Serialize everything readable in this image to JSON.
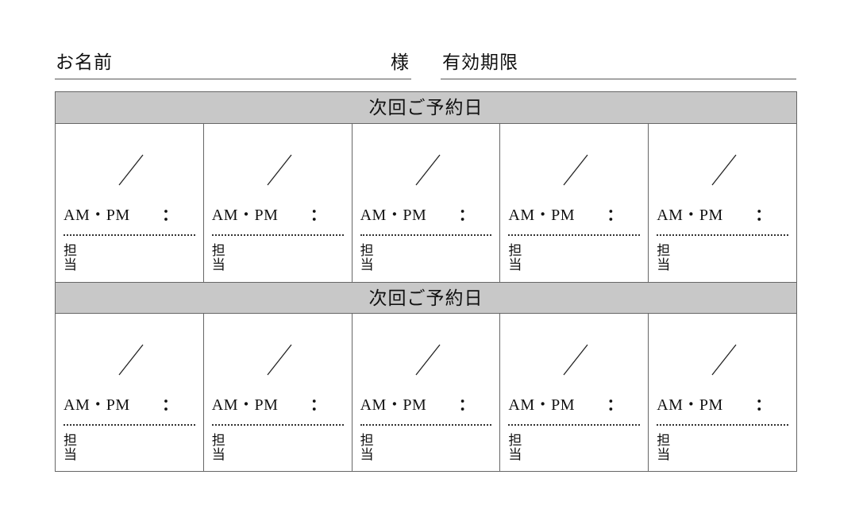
{
  "header": {
    "name_label": "お名前",
    "name_suffix": "様",
    "expiry_label": "有効期限"
  },
  "sections": [
    {
      "title": "次回ご予約日",
      "slots": [
        {
          "slash": "／",
          "ampm": "AM・PM",
          "colon": "：",
          "staff": "担当"
        },
        {
          "slash": "／",
          "ampm": "AM・PM",
          "colon": "：",
          "staff": "担当"
        },
        {
          "slash": "／",
          "ampm": "AM・PM",
          "colon": "：",
          "staff": "担当"
        },
        {
          "slash": "／",
          "ampm": "AM・PM",
          "colon": "：",
          "staff": "担当"
        },
        {
          "slash": "／",
          "ampm": "AM・PM",
          "colon": "：",
          "staff": "担当"
        }
      ]
    },
    {
      "title": "次回ご予約日",
      "slots": [
        {
          "slash": "／",
          "ampm": "AM・PM",
          "colon": "：",
          "staff": "担当"
        },
        {
          "slash": "／",
          "ampm": "AM・PM",
          "colon": "：",
          "staff": "担当"
        },
        {
          "slash": "／",
          "ampm": "AM・PM",
          "colon": "：",
          "staff": "担当"
        },
        {
          "slash": "／",
          "ampm": "AM・PM",
          "colon": "：",
          "staff": "担当"
        },
        {
          "slash": "／",
          "ampm": "AM・PM",
          "colon": "：",
          "staff": "担当"
        }
      ]
    }
  ]
}
